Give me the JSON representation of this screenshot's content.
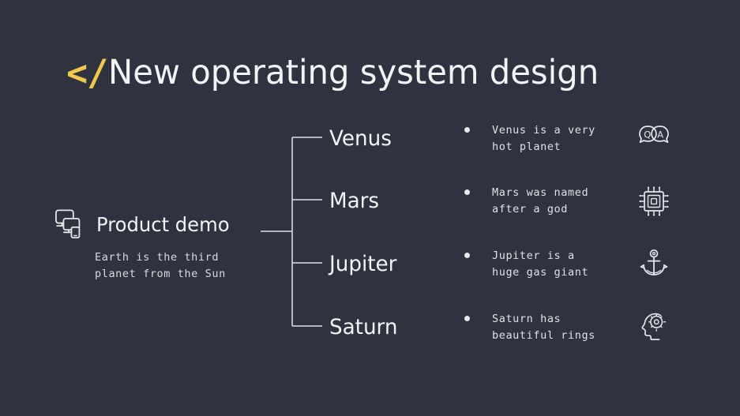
{
  "slide": {
    "background_color": "#2f333f",
    "text_color": "#f2f3f5",
    "accent_color": "#f3c64c",
    "line_color": "#c6c9d0"
  },
  "title": {
    "accent": "</",
    "text": "New operating system design"
  },
  "root": {
    "icon": "devices-icon",
    "title": "Product demo",
    "subtitle": "Earth is the third\nplanet from the Sun"
  },
  "branches": [
    {
      "label": "Venus",
      "description": "Venus is a very\nhot planet",
      "icon": "qa-bubbles-icon"
    },
    {
      "label": "Mars",
      "description": "Mars was named\nafter a god",
      "icon": "microchip-icon"
    },
    {
      "label": "Jupiter",
      "description": "Jupiter is a\nhuge gas giant",
      "icon": "anchor-icon"
    },
    {
      "label": "Saturn",
      "description": "Saturn has\nbeautiful rings",
      "icon": "head-gear-icon"
    }
  ]
}
